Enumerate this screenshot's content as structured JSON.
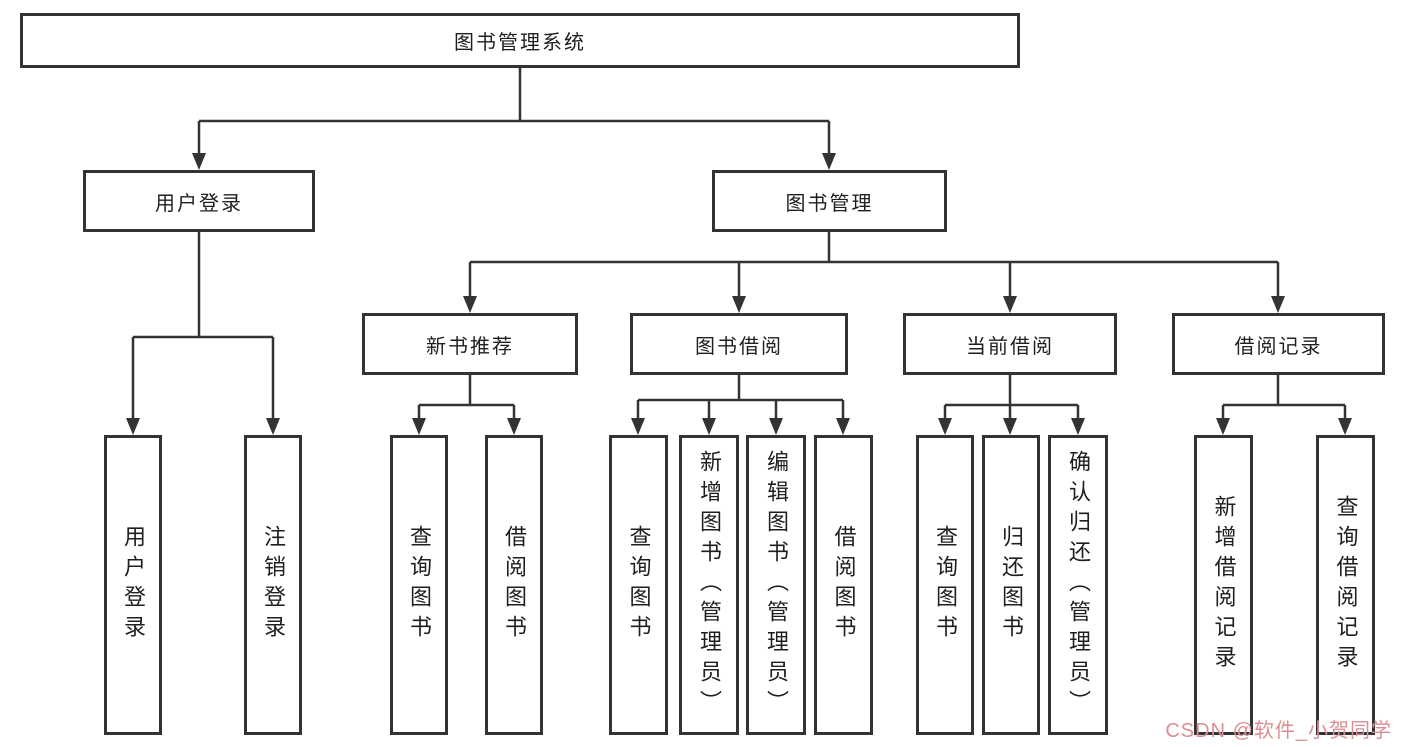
{
  "colors": {
    "line": "#333333",
    "text": "#1f1f1f",
    "background": "#ffffff",
    "watermark": "#dd8e92"
  },
  "watermark": {
    "text": "CSDN @软件_小贺同学"
  },
  "tree": {
    "root": "图书管理系统",
    "user_login": {
      "label": "用户登录",
      "children": [
        "用户登录",
        "注销登录"
      ]
    },
    "book_mgmt": {
      "label": "图书管理",
      "groups": [
        {
          "label": "新书推荐",
          "children": [
            "查询图书",
            "借阅图书"
          ]
        },
        {
          "label": "图书借阅",
          "children": [
            "查询图书",
            "新增图书（管理员）",
            "编辑图书（管理员）",
            "借阅图书"
          ]
        },
        {
          "label": "当前借阅",
          "children": [
            "查询图书",
            "归还图书",
            "确认归还（管理员）"
          ]
        },
        {
          "label": "借阅记录",
          "children": [
            "新增借阅记录",
            "查询借阅记录"
          ]
        }
      ]
    }
  }
}
